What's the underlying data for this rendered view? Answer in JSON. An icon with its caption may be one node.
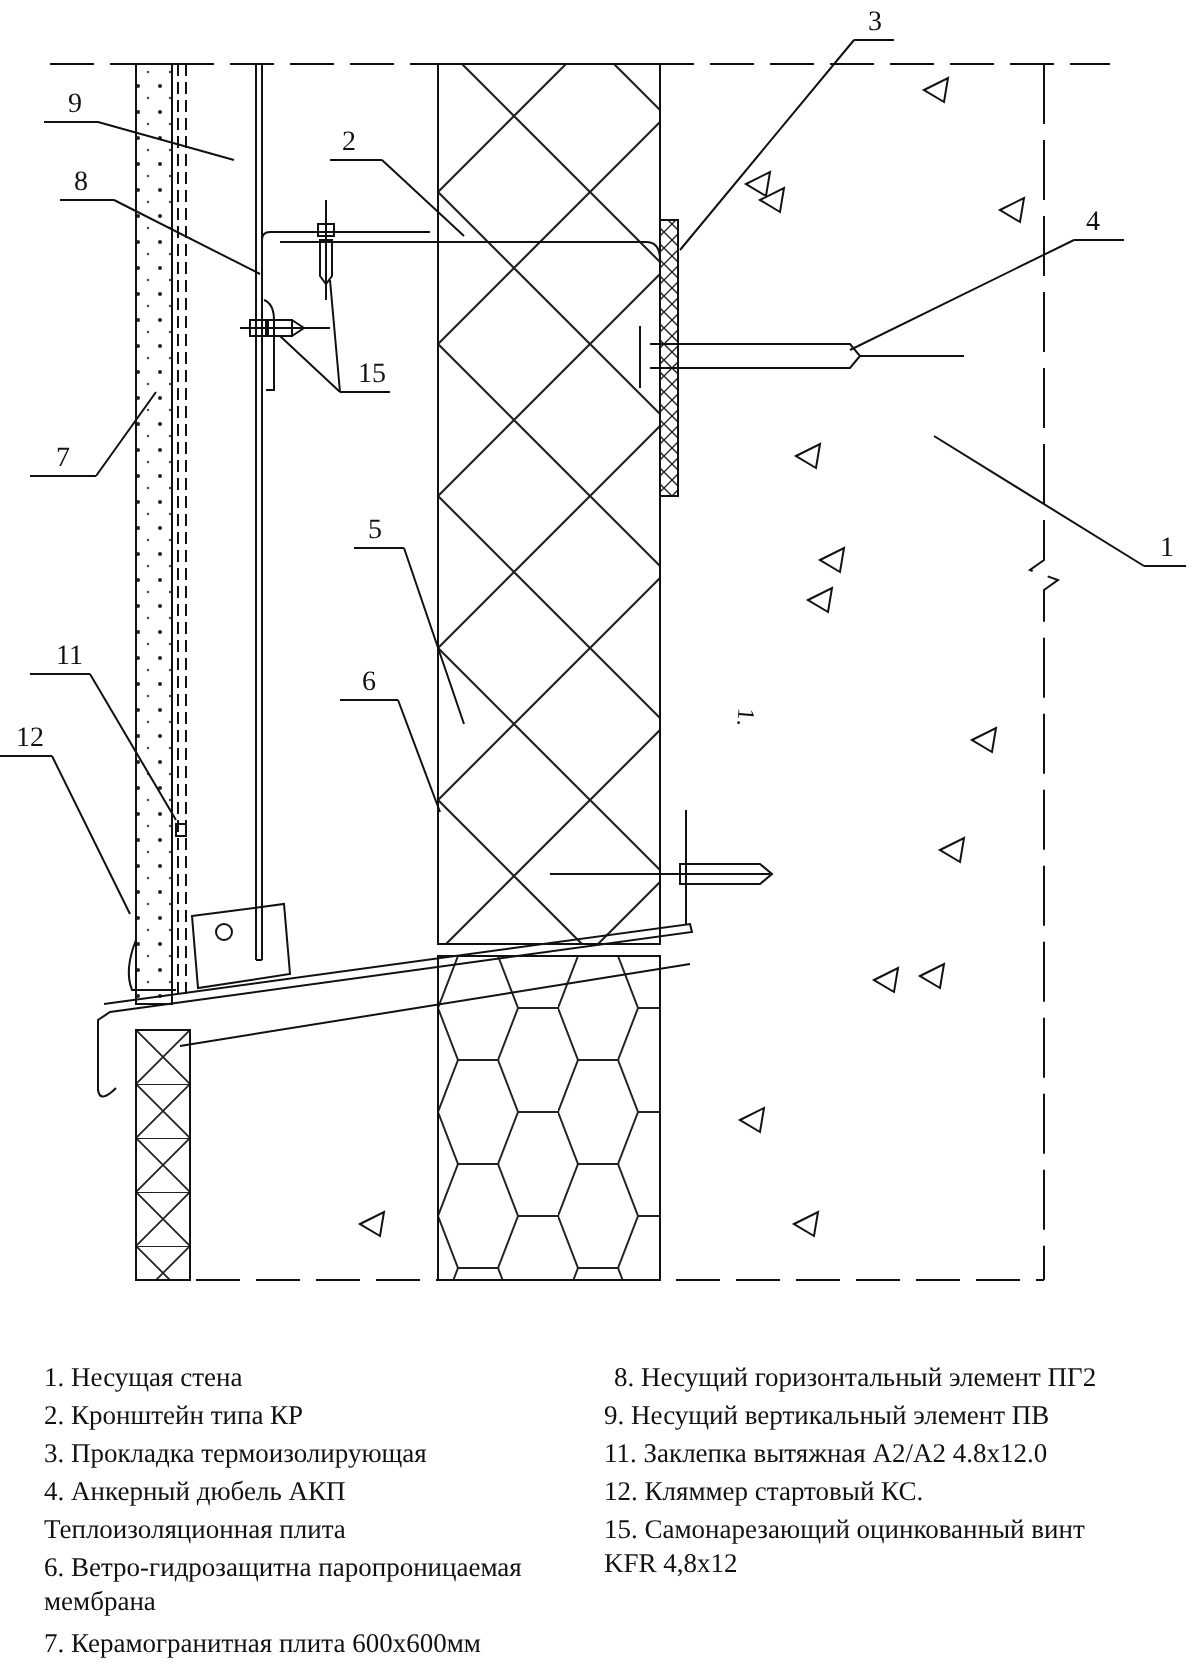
{
  "diagram": {
    "nodes": [
      {
        "text": [
          "3"
        ]
      },
      {
        "text": [
          "9"
        ]
      },
      {
        "text": [
          "2"
        ]
      },
      {
        "text": [
          "4"
        ]
      },
      {
        "text": [
          "8"
        ]
      },
      {
        "text": [
          "15"
        ]
      },
      {
        "text": [
          "7"
        ]
      },
      {
        "text": [
          "1"
        ]
      },
      {
        "text": [
          "5"
        ]
      },
      {
        "text": [
          "6"
        ]
      },
      {
        "text": [
          "11"
        ]
      },
      {
        "text": [
          "12"
        ]
      }
    ],
    "edges": [
      {
        "from": 0,
        "to": null,
        "arrow": "none"
      },
      {
        "from": 1,
        "to": null,
        "arrow": "none"
      },
      {
        "from": 2,
        "to": null,
        "arrow": "none"
      },
      {
        "from": 3,
        "to": null,
        "arrow": "none"
      },
      {
        "from": 4,
        "to": null,
        "arrow": "none"
      },
      {
        "from": 5,
        "to": null,
        "arrow": "none"
      },
      {
        "from": 5,
        "to": null,
        "arrow": "none"
      },
      {
        "from": 6,
        "to": null,
        "arrow": "none"
      },
      {
        "from": 7,
        "to": null,
        "arrow": "none"
      },
      {
        "from": 8,
        "to": null,
        "arrow": "none"
      },
      {
        "from": 9,
        "to": null,
        "arrow": "none"
      },
      {
        "from": 10,
        "to": null,
        "arrow": "none"
      },
      {
        "from": 11,
        "to": null,
        "arrow": "none"
      }
    ],
    "labels": [
      "1.",
      "1. Несущая стена",
      "2. Кронштейн типа КР",
      "3. Прокладка термоизолирующая",
      "4. Анкерный дюбель АКП",
      "Теплоизоляционная плита",
      "6. Ветро-гидрозащитна паропроницаемая мембрана",
      "7. Керамогранитная плита 600x600мм",
      "8. Несущий горизонтальный элемент ПГ2",
      "9. Несущий вертикальный элемент ПВ",
      "11. Заклепка вытяжная А2/А2 4.8x12.0",
      "12. Кляммер стартовый КС.",
      "15. Самонарезающий оцинкованный винт KFR 4,8x12"
    ]
  }
}
